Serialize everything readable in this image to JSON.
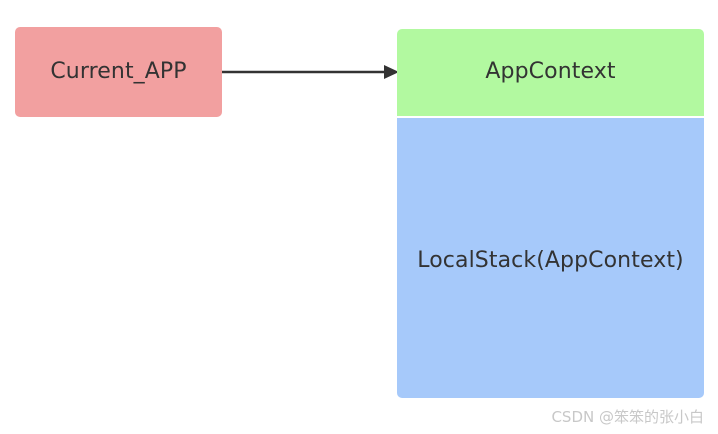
{
  "diagram": {
    "background_color": "#ffffff",
    "nodes": [
      {
        "id": "current-app",
        "label": "Current_APP",
        "color": "#f2a0a0",
        "text_color": "#333333"
      },
      {
        "id": "appcontext",
        "label": "AppContext",
        "color": "#b2f9a0",
        "text_color": "#333333"
      },
      {
        "id": "localstack",
        "label": "LocalStack(AppContext)",
        "color": "#a6c9fa",
        "text_color": "#333333"
      }
    ],
    "connectors": [
      {
        "id": "current-app-to-appcontext",
        "from": "current-app",
        "to": "appcontext",
        "label": "",
        "color": "#333333",
        "arrowhead": "filled-triangle"
      }
    ]
  },
  "watermark": {
    "text": "CSDN @笨笨的张小白",
    "color": "#c8c8c8"
  }
}
